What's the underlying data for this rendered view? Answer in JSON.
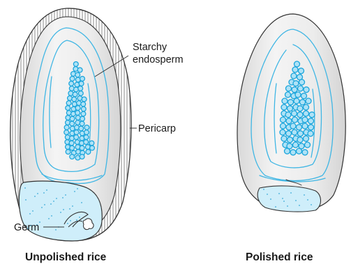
{
  "labels": {
    "starchy_line1": "Starchy",
    "starchy_line2": "endosperm",
    "pericarp": "Pericarp",
    "germ": "Germ"
  },
  "captions": {
    "unpolished": "Unpolished rice",
    "polished": "Polished rice"
  },
  "colors": {
    "grain_fill": "#ececec",
    "outline": "#333333",
    "contour": "#3fb6e4",
    "starch_fill": "#aee2f6",
    "starch_stroke": "#1aa5dc",
    "germ_fill": "#cfeefa"
  }
}
